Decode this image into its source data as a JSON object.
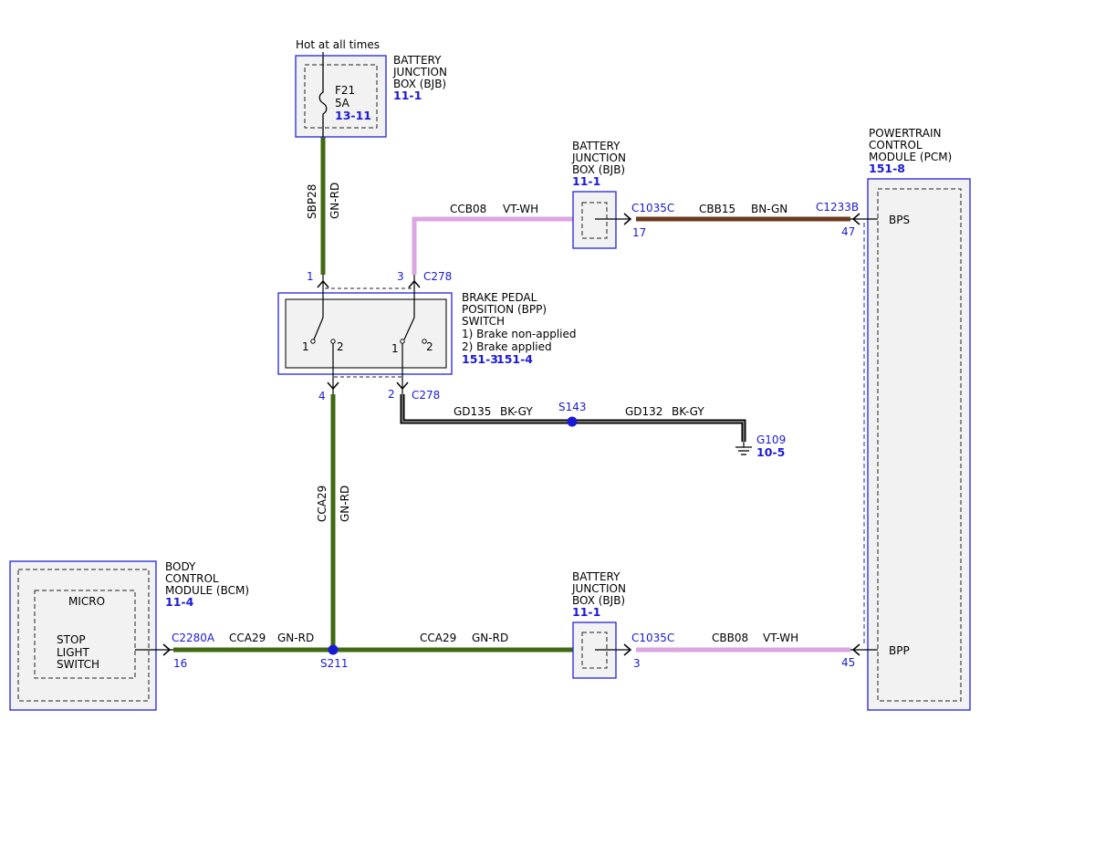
{
  "colors": {
    "wire_gn_rd": "#3f6a12",
    "wire_vt_wh": "#dba6e2",
    "wire_bn_gn": "#6b3a1e",
    "wire_bk_gy": "#000000",
    "component_border": "#2222dd",
    "pin_text": "#1a1ad6"
  },
  "fuse": {
    "hot_label": "Hot at all times",
    "name": "F21",
    "rating": "5A",
    "ref": "13-11",
    "bjb_title_line1": "BATTERY",
    "bjb_title_line2": "JUNCTION",
    "bjb_title_line3": "BOX (BJB)",
    "bjb_ref": "11-1"
  },
  "wires": {
    "sbp28": {
      "circuit": "SBP28",
      "color": "GN-RD"
    },
    "ccb08": {
      "circuit": "CCB08",
      "color": "VT-WH"
    },
    "cbb15": {
      "circuit": "CBB15",
      "color": "BN-GN"
    },
    "gd135": {
      "circuit": "GD135",
      "color": "BK-GY"
    },
    "gd132": {
      "circuit": "GD132",
      "color": "BK-GY"
    },
    "cca29_vertical": {
      "circuit": "CCA29",
      "color": "GN-RD"
    },
    "cca29_left": {
      "circuit": "CCA29",
      "color": "GN-RD"
    },
    "cca29_right": {
      "circuit": "CCA29",
      "color": "GN-RD"
    },
    "cbb08": {
      "circuit": "CBB08",
      "color": "VT-WH"
    }
  },
  "bpp_switch": {
    "title_line1": "BRAKE PEDAL",
    "title_line2": "POSITION (BPP)",
    "title_line3": "SWITCH",
    "state1": "1) Brake non-applied",
    "state2": "2) Brake applied",
    "ref1": "151-3",
    "ref2": "151-4",
    "pin_top_left": "1",
    "pin_top_right": "3",
    "connector_top": "C278",
    "pin_bottom_left": "4",
    "pin_bottom_right": "2",
    "connector_bottom": "C278",
    "contact_1": "1",
    "contact_2": "2"
  },
  "bjb_top": {
    "title_line1": "BATTERY",
    "title_line2": "JUNCTION",
    "title_line3": "BOX (BJB)",
    "ref": "11-1",
    "connector": "C1035C",
    "pin": "17"
  },
  "bjb_bottom": {
    "title_line1": "BATTERY",
    "title_line2": "JUNCTION",
    "title_line3": "BOX (BJB)",
    "ref": "11-1",
    "connector": "C1035C",
    "pin": "3"
  },
  "pcm": {
    "title_line1": "POWERTRAIN",
    "title_line2": "CONTROL",
    "title_line3": "MODULE (PCM)",
    "ref": "151-8",
    "connector": "C1233B",
    "pin_bps": "47",
    "pin_bpp": "45",
    "signal_bps": "BPS",
    "signal_bpp": "BPP"
  },
  "bcm": {
    "title_line1": "BODY",
    "title_line2": "CONTROL",
    "title_line3": "MODULE (BCM)",
    "ref": "11-4",
    "micro": "MICRO",
    "func_line1": "STOP",
    "func_line2": "LIGHT",
    "func_line3": "SWITCH",
    "connector": "C2280A",
    "pin": "16"
  },
  "splices": {
    "s143": "S143",
    "s211": "S211"
  },
  "ground": {
    "name": "G109",
    "ref": "10-5"
  }
}
